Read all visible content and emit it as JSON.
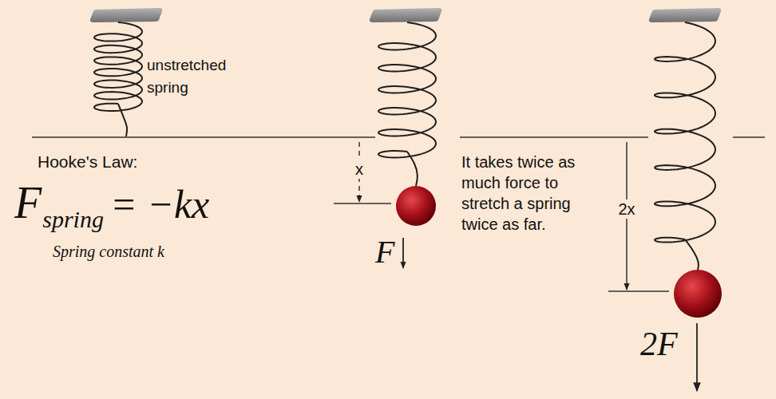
{
  "diagram": {
    "labels": [
      "unstretched spring",
      "Hooke's Law:",
      "F",
      "spring",
      "= −kx",
      "Spring constant k",
      "x",
      "F",
      "It takes twice as much force to stretch a spring twice as far.",
      "2x",
      "2F"
    ]
  }
}
